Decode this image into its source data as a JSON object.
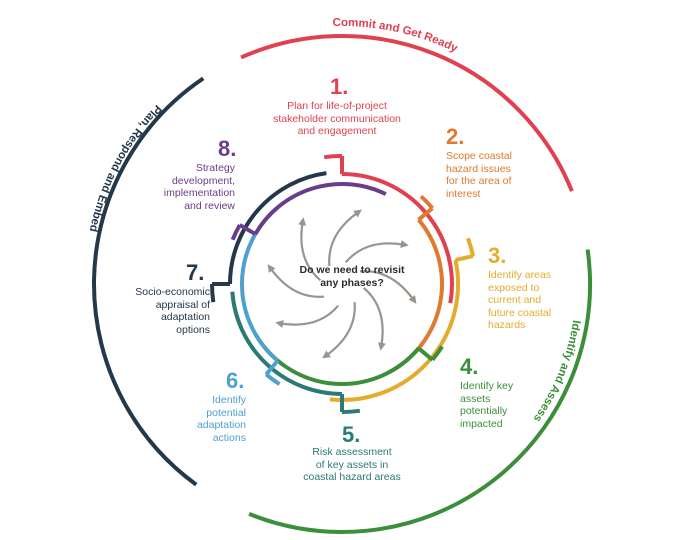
{
  "center_question": "Do we need to revisit any phases?",
  "outer_phases": [
    {
      "label": "Commit and Get Ready",
      "color": "#e0404f"
    },
    {
      "label": "Identify and Assess",
      "color": "#3c8f3a"
    },
    {
      "label": "Plan, Respond and Embed",
      "color": "#25384a"
    }
  ],
  "steps": [
    {
      "number": "1.",
      "lines": [
        "Plan for life-of-project",
        "stakeholder communication",
        "and engagement"
      ],
      "color": "#e0404f"
    },
    {
      "number": "2.",
      "lines": [
        "Scope coastal",
        "hazard issues",
        "for the area of",
        "interest"
      ],
      "color": "#e07a30"
    },
    {
      "number": "3.",
      "lines": [
        "Identify areas",
        "exposed to",
        "current and",
        "future coastal",
        "hazards"
      ],
      "color": "#e4ac2c"
    },
    {
      "number": "4.",
      "lines": [
        "Identify key",
        "assets",
        "potentially",
        "impacted"
      ],
      "color": "#3c8f3a"
    },
    {
      "number": "5.",
      "lines": [
        "Risk assessment",
        "of key assets in",
        "coastal hazard areas"
      ],
      "color": "#2b7a74"
    },
    {
      "number": "6.",
      "lines": [
        "Identify",
        "potential",
        "adaptation",
        "actions"
      ],
      "color": "#4fa0d0"
    },
    {
      "number": "7.",
      "lines": [
        "Socio-economic",
        "appraisal of",
        "adaptation",
        "options"
      ],
      "color": "#25384a"
    },
    {
      "number": "8.",
      "lines": [
        "Strategy",
        "development,",
        "implementation",
        "and review"
      ],
      "color": "#6a3d8c"
    }
  ]
}
